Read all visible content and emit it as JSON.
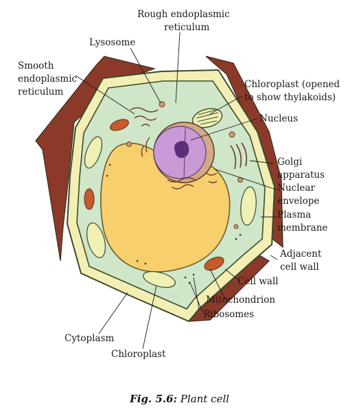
{
  "labels": {
    "rough_er": [
      "Rough endoplasmic",
      "reticulum"
    ],
    "lysosome": [
      "Lysosome"
    ],
    "smooth_er": [
      "Smooth",
      "endoplasmic",
      "reticulum"
    ],
    "chloroplast_opened": [
      "Chloroplast (opened",
      "to show thylakoids)"
    ],
    "nucleus": [
      "Nucleus"
    ],
    "golgi": [
      "Golgi",
      "apparatus"
    ],
    "nuclear_envelope": [
      "Nuclear",
      "envelope"
    ],
    "plasma_membrane": [
      "Plasma",
      "membrane"
    ],
    "adjacent_cell_wall": [
      "Adjacent",
      "cell wall"
    ],
    "cell_wall": [
      "Cell wall"
    ],
    "mitochondrion": [
      "Mitochondrion"
    ],
    "ribosomes": [
      "Ribosomes"
    ],
    "cytoplasm": [
      "Cytoplasm"
    ],
    "chloroplast": [
      "Chloroplast"
    ]
  },
  "caption": {
    "figure_number": "Fig. 5.6:",
    "title": "Plant cell"
  },
  "colors": {
    "adjacent_wall": "#8b3a2a",
    "cell_wall": "#f3efb4",
    "cytoplasm": "#cfe6c8",
    "vacuole": "#f8cf6d",
    "nucleus": "#c89ad6",
    "nucleolus": "#5b2d7a",
    "chloroplast": "#eef0b4",
    "mitochondrion": "#c85a2a",
    "outline": "#3a4a2a"
  }
}
